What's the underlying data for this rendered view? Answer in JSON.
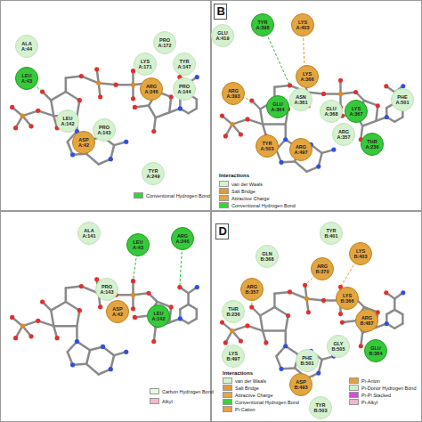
{
  "diagram": {
    "nodes": [
      {
        "text": [
          "ALA A:44"
        ]
      },
      {
        "text": [
          "LEU A:43"
        ]
      },
      {
        "text": [
          "PRO A:172"
        ]
      },
      {
        "text": [
          "LYS A:171"
        ]
      },
      {
        "text": [
          "TYR A:147"
        ]
      },
      {
        "text": [
          "ARG A:246"
        ]
      },
      {
        "text": [
          "PRO A:144"
        ]
      },
      {
        "text": [
          "LEU A:142"
        ]
      },
      {
        "text": [
          "ASP A:42"
        ]
      },
      {
        "text": [
          "PRO A:143"
        ]
      },
      {
        "text": [
          "TYR A:249"
        ]
      },
      {
        "text": [
          "GLU A:419"
        ]
      },
      {
        "text": [
          "TYR A:398"
        ]
      },
      {
        "text": [
          "LYS A:403"
        ]
      },
      {
        "text": [
          "LYS A:366"
        ]
      },
      {
        "text": [
          "ARG A:393"
        ]
      },
      {
        "text": [
          "ASN A:361"
        ]
      },
      {
        "text": [
          "GLU A:364"
        ]
      },
      {
        "text": [
          "GLU A:368"
        ]
      },
      {
        "text": [
          "LYS A:367"
        ]
      },
      {
        "text": [
          "PHE A:501"
        ]
      },
      {
        "text": [
          "ARG A:357"
        ]
      },
      {
        "text": [
          "THR A:236"
        ]
      },
      {
        "text": [
          "TYR A:503"
        ]
      },
      {
        "text": [
          "ARG A:497"
        ]
      },
      {
        "text": [
          "ALA A:141"
        ]
      },
      {
        "text": [
          "LEU A:43"
        ]
      },
      {
        "text": [
          "ARG A:246"
        ]
      },
      {
        "text": [
          "PRO A:143"
        ]
      },
      {
        "text": [
          "ASP A:42"
        ]
      },
      {
        "text": [
          "LEU A:142"
        ]
      },
      {
        "text": [
          "TYR B:401"
        ]
      },
      {
        "text": [
          "LYS B:403"
        ]
      },
      {
        "text": [
          "GLN B:368"
        ]
      },
      {
        "text": [
          "ARG B:370"
        ]
      },
      {
        "text": [
          "ARG B:357"
        ]
      },
      {
        "text": [
          "LYS B:366"
        ]
      },
      {
        "text": [
          "ARG B:487"
        ]
      },
      {
        "text": [
          "THR B:236"
        ]
      },
      {
        "text": [
          "GLY B:505"
        ]
      },
      {
        "text": [
          "GLU B:364"
        ]
      },
      {
        "text": [
          "PHE B:501"
        ]
      },
      {
        "text": [
          "LYS B:497"
        ]
      },
      {
        "text": [
          "ASP B:493"
        ]
      },
      {
        "text": [
          "TYR B:503"
        ]
      }
    ],
    "labels": [
      "B",
      "D",
      "Interactions",
      "Interactions"
    ],
    "legend": [
      {
        "text": "Conventional Hydrogen Bond",
        "color": "#3ad13a"
      },
      {
        "text": "van der Waals",
        "color": "#d4f2d0"
      },
      {
        "text": "Salt Bridge",
        "color": "#e09a3a"
      },
      {
        "text": "Attractive Charge",
        "color": "#e0a848"
      },
      {
        "text": "Conventional Hydrogen Bond",
        "color": "#3ad13a"
      },
      {
        "text": "Carbon Hydrogen Bond",
        "color": "#e6f7e6"
      },
      {
        "text": "Alkyl",
        "color": "#f2b8cf"
      },
      {
        "text": "van der Waals",
        "color": "#d4f2d0"
      },
      {
        "text": "Salt Bridge",
        "color": "#e09a3a"
      },
      {
        "text": "Attractive Charge",
        "color": "#e0a848"
      },
      {
        "text": "Conventional Hydrogen Bond",
        "color": "#3ad13a"
      },
      {
        "text": "Pi-Cation",
        "color": "#e8a040"
      },
      {
        "text": "Pi-Anion",
        "color": "#e8a040"
      },
      {
        "text": "Pi-Donor Hydrogen Bond",
        "color": "#c8efc8"
      },
      {
        "text": "Pi-Pi Stacked",
        "color": "#d34fd3"
      },
      {
        "text": "Pi-Alkyl",
        "color": "#f0b6d0"
      }
    ]
  }
}
